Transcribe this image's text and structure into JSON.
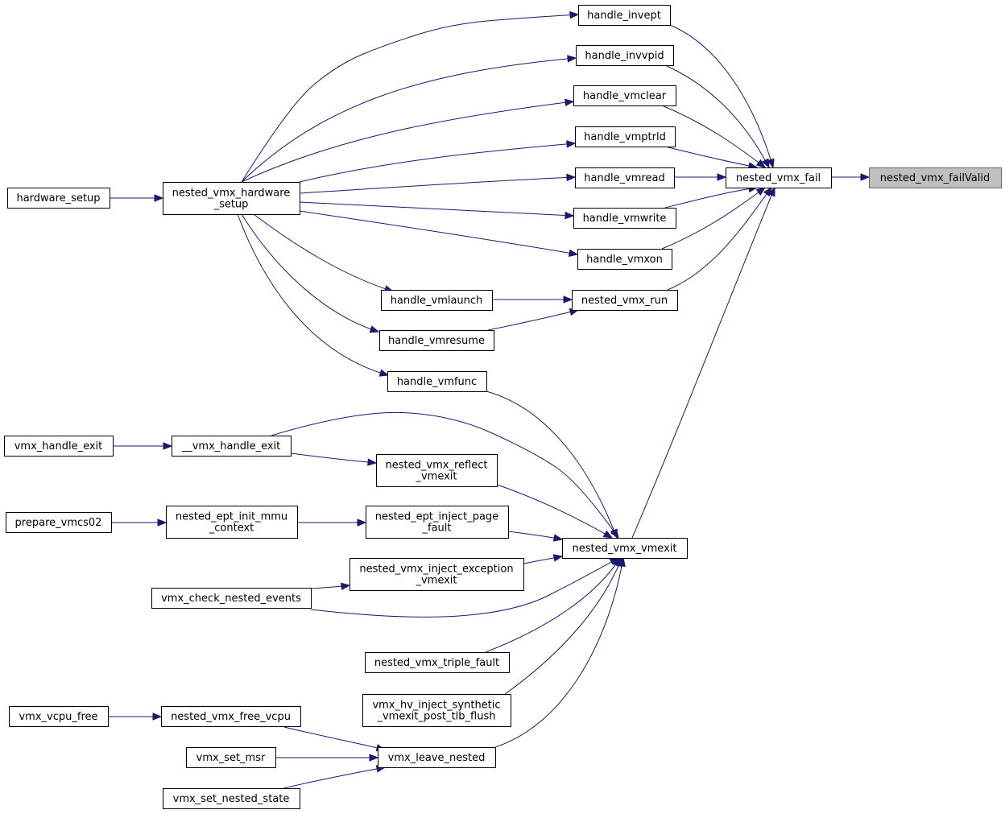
{
  "graph": {
    "focus_node": "nested_vmx_failValid",
    "nodes": {
      "nested_vmx_failValid": [
        "nested_vmx_failValid"
      ],
      "nested_vmx_fail": [
        "nested_vmx_fail"
      ],
      "handle_invept": [
        "handle_invept"
      ],
      "handle_invvpid": [
        "handle_invvpid"
      ],
      "handle_vmclear": [
        "handle_vmclear"
      ],
      "handle_vmptrld": [
        "handle_vmptrld"
      ],
      "handle_vmread": [
        "handle_vmread"
      ],
      "handle_vmwrite": [
        "handle_vmwrite"
      ],
      "handle_vmxon": [
        "handle_vmxon"
      ],
      "nested_vmx_run": [
        "nested_vmx_run"
      ],
      "nested_vmx_vmexit": [
        "nested_vmx_vmexit"
      ],
      "nested_vmx_hardware_setup": [
        "nested_vmx_hardware",
        "_setup"
      ],
      "hardware_setup": [
        "hardware_setup"
      ],
      "handle_vmlaunch": [
        "handle_vmlaunch"
      ],
      "handle_vmresume": [
        "handle_vmresume"
      ],
      "handle_vmfunc": [
        "handle_vmfunc"
      ],
      "__vmx_handle_exit": [
        "__vmx_handle_exit"
      ],
      "vmx_handle_exit": [
        "vmx_handle_exit"
      ],
      "nested_vmx_reflect_vmexit": [
        "nested_vmx_reflect",
        "_vmexit"
      ],
      "nested_ept_inject_page_fault": [
        "nested_ept_inject_page",
        "_fault"
      ],
      "nested_ept_init_mmu_context": [
        "nested_ept_init_mmu",
        "_context"
      ],
      "prepare_vmcs02": [
        "prepare_vmcs02"
      ],
      "nested_vmx_inject_exception_vmexit": [
        "nested_vmx_inject_exception",
        "_vmexit"
      ],
      "vmx_check_nested_events": [
        "vmx_check_nested_events"
      ],
      "nested_vmx_triple_fault": [
        "nested_vmx_triple_fault"
      ],
      "vmx_hv_inject_synthetic_vmexit_post_tlb_flush": [
        "vmx_hv_inject_synthetic",
        "_vmexit_post_tlb_flush"
      ],
      "vmx_leave_nested": [
        "vmx_leave_nested"
      ],
      "nested_vmx_free_vcpu": [
        "nested_vmx_free_vcpu"
      ],
      "vmx_vcpu_free": [
        "vmx_vcpu_free"
      ],
      "vmx_set_msr": [
        "vmx_set_msr"
      ],
      "vmx_set_nested_state": [
        "vmx_set_nested_state"
      ]
    },
    "edges": [
      [
        "nested_vmx_fail",
        "nested_vmx_failValid"
      ],
      [
        "handle_invept",
        "nested_vmx_fail"
      ],
      [
        "handle_invvpid",
        "nested_vmx_fail"
      ],
      [
        "handle_vmclear",
        "nested_vmx_fail"
      ],
      [
        "handle_vmptrld",
        "nested_vmx_fail"
      ],
      [
        "handle_vmread",
        "nested_vmx_fail"
      ],
      [
        "handle_vmwrite",
        "nested_vmx_fail"
      ],
      [
        "handle_vmxon",
        "nested_vmx_fail"
      ],
      [
        "nested_vmx_run",
        "nested_vmx_fail"
      ],
      [
        "nested_vmx_vmexit",
        "nested_vmx_fail"
      ],
      [
        "nested_vmx_hardware_setup",
        "handle_invept"
      ],
      [
        "nested_vmx_hardware_setup",
        "handle_invvpid"
      ],
      [
        "nested_vmx_hardware_setup",
        "handle_vmclear"
      ],
      [
        "nested_vmx_hardware_setup",
        "handle_vmptrld"
      ],
      [
        "nested_vmx_hardware_setup",
        "handle_vmread"
      ],
      [
        "nested_vmx_hardware_setup",
        "handle_vmwrite"
      ],
      [
        "nested_vmx_hardware_setup",
        "handle_vmxon"
      ],
      [
        "nested_vmx_hardware_setup",
        "handle_vmlaunch"
      ],
      [
        "nested_vmx_hardware_setup",
        "handle_vmresume"
      ],
      [
        "nested_vmx_hardware_setup",
        "handle_vmfunc"
      ],
      [
        "hardware_setup",
        "nested_vmx_hardware_setup"
      ],
      [
        "handle_vmlaunch",
        "nested_vmx_run"
      ],
      [
        "handle_vmresume",
        "nested_vmx_run"
      ],
      [
        "handle_vmfunc",
        "nested_vmx_vmexit"
      ],
      [
        "__vmx_handle_exit",
        "nested_vmx_vmexit"
      ],
      [
        "__vmx_handle_exit",
        "nested_vmx_reflect_vmexit"
      ],
      [
        "vmx_handle_exit",
        "__vmx_handle_exit"
      ],
      [
        "nested_vmx_reflect_vmexit",
        "nested_vmx_vmexit"
      ],
      [
        "nested_ept_inject_page_fault",
        "nested_vmx_vmexit"
      ],
      [
        "nested_ept_init_mmu_context",
        "nested_ept_inject_page_fault"
      ],
      [
        "prepare_vmcs02",
        "nested_ept_init_mmu_context"
      ],
      [
        "nested_vmx_inject_exception_vmexit",
        "nested_vmx_vmexit"
      ],
      [
        "vmx_check_nested_events",
        "nested_vmx_vmexit"
      ],
      [
        "vmx_check_nested_events",
        "nested_vmx_inject_exception_vmexit"
      ],
      [
        "nested_vmx_triple_fault",
        "nested_vmx_vmexit"
      ],
      [
        "vmx_hv_inject_synthetic_vmexit_post_tlb_flush",
        "nested_vmx_vmexit"
      ],
      [
        "vmx_leave_nested",
        "nested_vmx_vmexit"
      ],
      [
        "nested_vmx_free_vcpu",
        "vmx_leave_nested"
      ],
      [
        "vmx_vcpu_free",
        "nested_vmx_free_vcpu"
      ],
      [
        "vmx_set_msr",
        "vmx_leave_nested"
      ],
      [
        "vmx_set_nested_state",
        "vmx_leave_nested"
      ]
    ]
  }
}
